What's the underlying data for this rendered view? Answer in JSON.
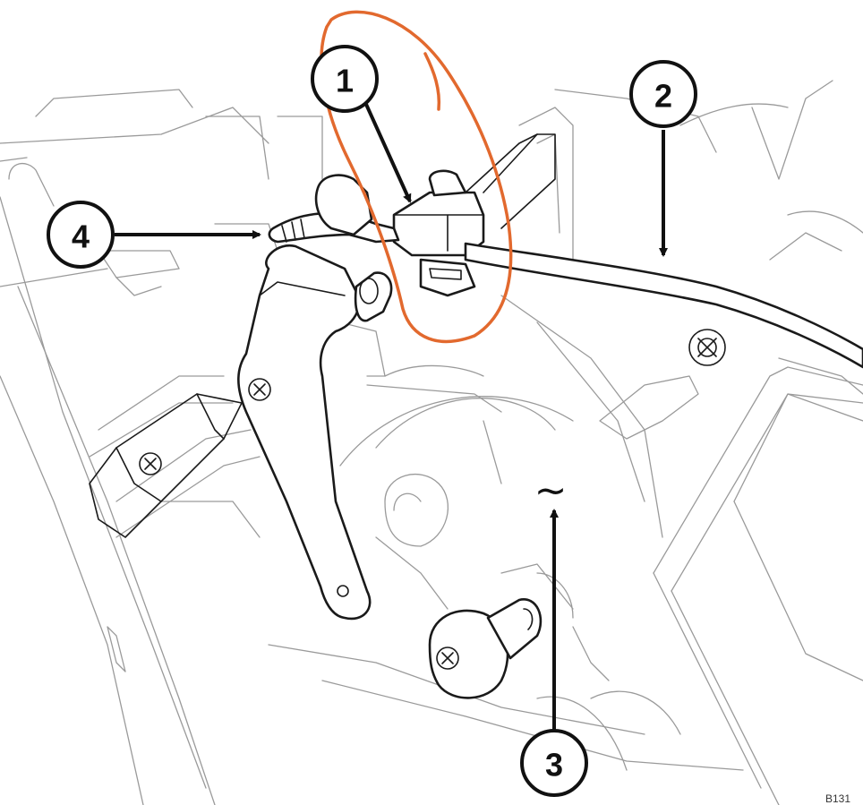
{
  "diagram": {
    "callouts": [
      {
        "id": "1",
        "label": "1"
      },
      {
        "id": "2",
        "label": "2"
      },
      {
        "id": "3",
        "label": "3"
      },
      {
        "id": "4",
        "label": "4"
      }
    ],
    "wave_symbol": "~",
    "corner_code": "B131",
    "colors": {
      "line_art": "#1a1a1a",
      "background_lines": "#9a9a9a",
      "highlight_circle": "#e2692e"
    }
  }
}
